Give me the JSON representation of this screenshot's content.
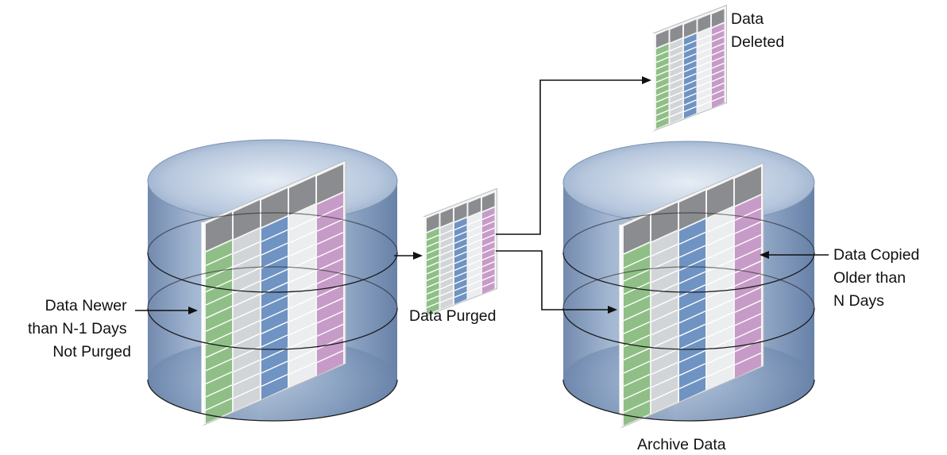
{
  "labels": {
    "data_deleted": [
      "Data",
      "Deleted"
    ],
    "data_newer": [
      "Data Newer",
      "than N-1 Days",
      "Not Purged"
    ],
    "data_purged": "Data Purged",
    "data_copied": [
      "Data Copied",
      "Older than",
      "N Days"
    ],
    "archive_data": "Archive Data"
  },
  "colors": {
    "cylinder_side": "#7f97ba",
    "cylinder_top": "#b6c6dc",
    "green": "#8fbf86",
    "gray": "#d2d5d8",
    "blue": "#6f93c2",
    "white": "#ecedef",
    "pink": "#c79bc8",
    "header": "#8a8c8f"
  }
}
